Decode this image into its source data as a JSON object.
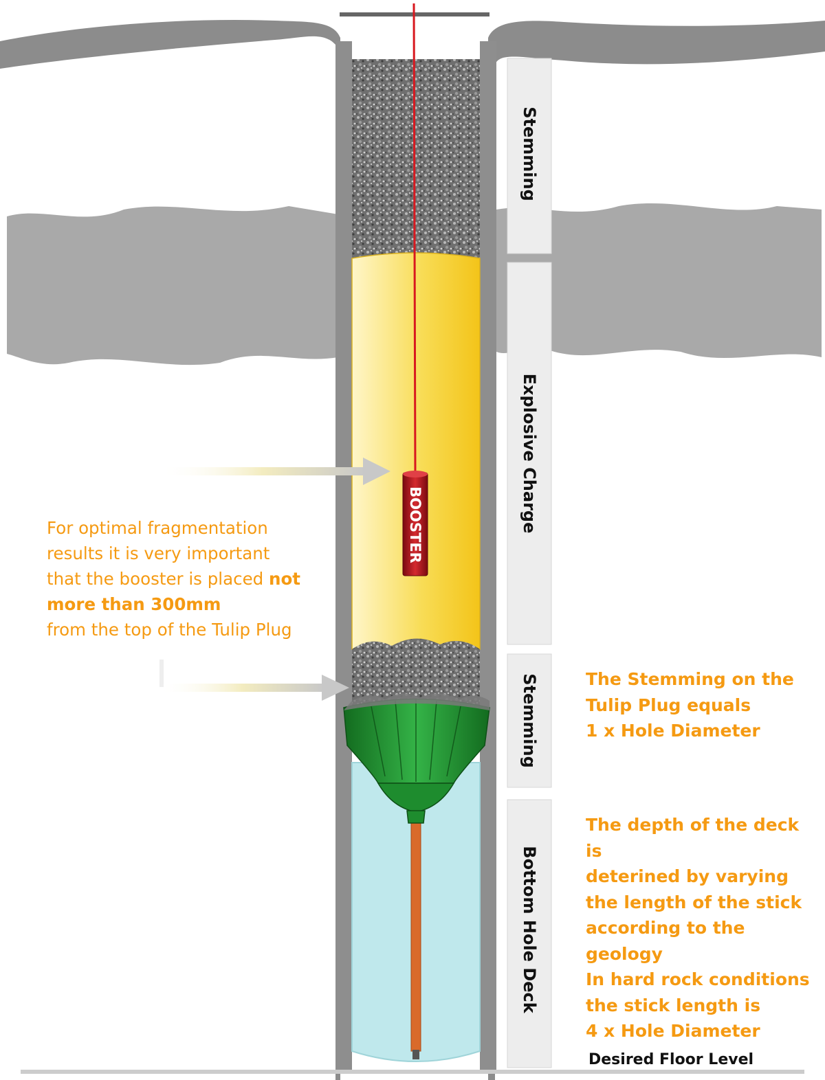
{
  "labels": {
    "stemming_top": "Stemming",
    "explosive_charge": "Explosive Charge",
    "stemming_lower": "Stemming",
    "bottom_hole_deck": "Bottom Hole Deck",
    "booster": "BOOSTER",
    "desired_floor_level": "Desired Floor Level"
  },
  "notes": {
    "booster_note": {
      "line1": "For optimal fragmentation",
      "line2": "results it is very important",
      "line3_start": "that the booster is placed ",
      "line3_bold": "not",
      "line4_bold": "more than 300mm",
      "line5": "from the top of the Tulip Plug"
    },
    "stemming_note": {
      "line1": "The Stemming on the",
      "line2": "Tulip Plug equals",
      "line3": "1 x Hole Diameter"
    },
    "deck_note": {
      "line1": "The depth of the deck is",
      "line2": "deterined by varying",
      "line3": "the length of the stick",
      "line4": "according to the",
      "line5": "geology",
      "line6": "In hard rock conditions",
      "line7": "the stick length is",
      "line8": "4 x Hole Diameter"
    }
  },
  "colors": {
    "note_orange": "#f59a12",
    "rock_grey": "#a9a9a9",
    "explosive_yellow": "#f7d437",
    "booster_red": "#b5121b",
    "tulip_green": "#1e8c2e",
    "water_blue": "#bfe8ec",
    "stick_orange": "#d96a2b"
  }
}
